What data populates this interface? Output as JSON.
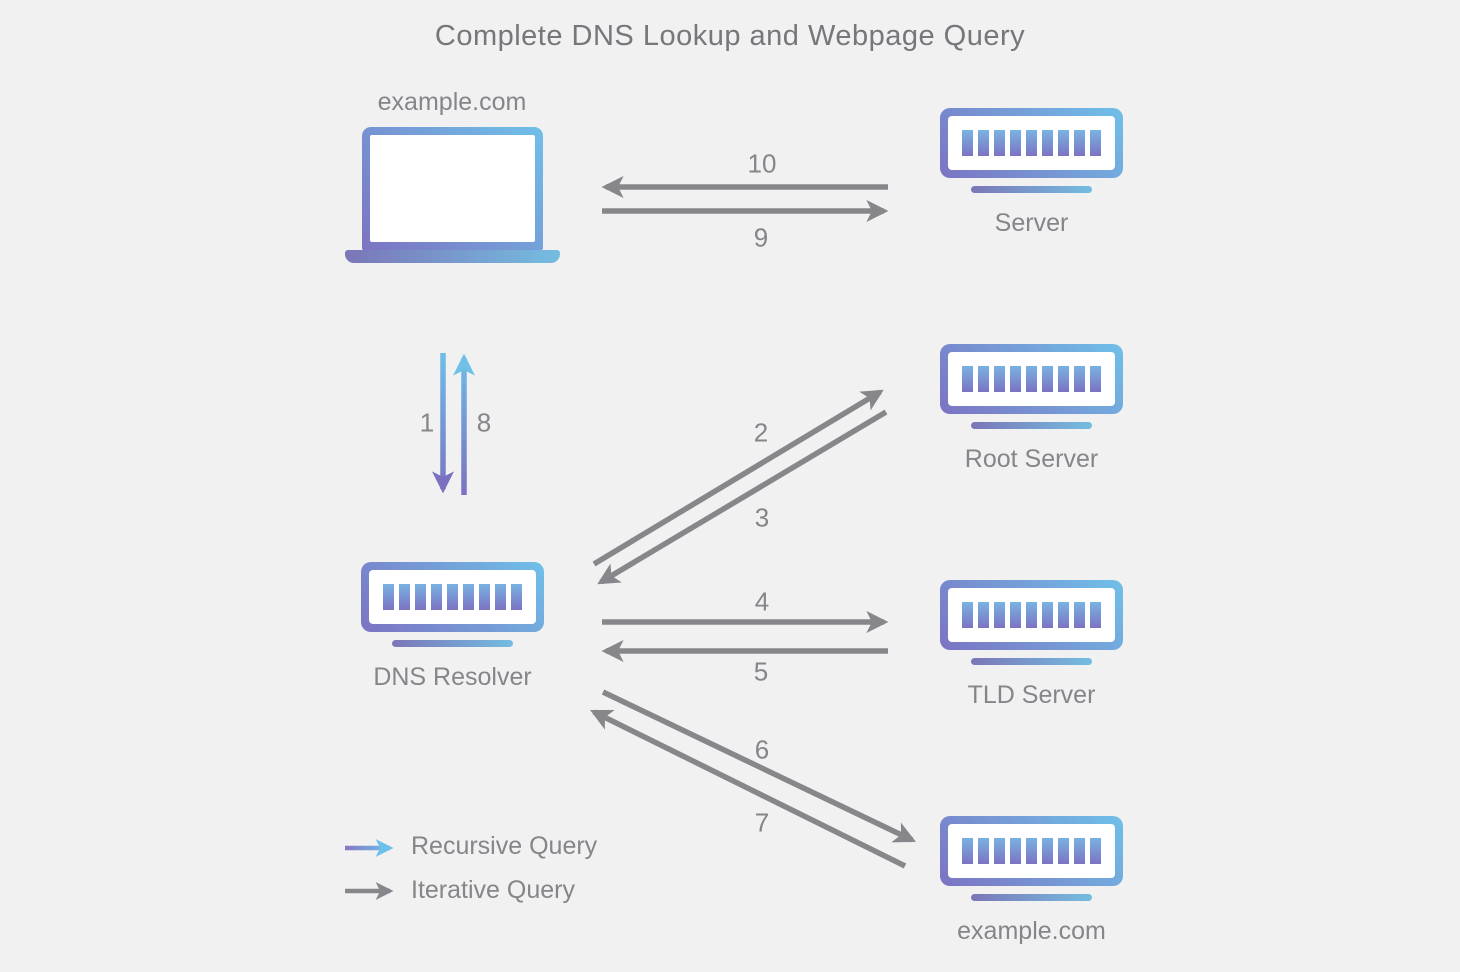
{
  "title": "Complete DNS Lookup and Webpage Query",
  "nodes": {
    "client": {
      "label": "example.com",
      "icon": "laptop-icon"
    },
    "server": {
      "label": "Server",
      "icon": "server-icon"
    },
    "root": {
      "label": "Root Server",
      "icon": "server-icon"
    },
    "resolver": {
      "label": "DNS Resolver",
      "icon": "server-icon"
    },
    "tld": {
      "label": "TLD Server",
      "icon": "server-icon"
    },
    "authoritative": {
      "label": "example.com",
      "icon": "server-icon"
    }
  },
  "steps": {
    "s1": "1",
    "s2": "2",
    "s3": "3",
    "s4": "4",
    "s5": "5",
    "s6": "6",
    "s7": "7",
    "s8": "8",
    "s9": "9",
    "s10": "10"
  },
  "legend": {
    "recursive": "Recursive Query",
    "iterative": "Iterative Query"
  },
  "colors": {
    "background": "#f1f1f2",
    "gradient_purple": "#7c73c2",
    "gradient_blue": "#6fc0e9",
    "iterative_arrow_gray": "#87878b",
    "label_gray": "#85858a",
    "title_gray": "#76767b"
  }
}
